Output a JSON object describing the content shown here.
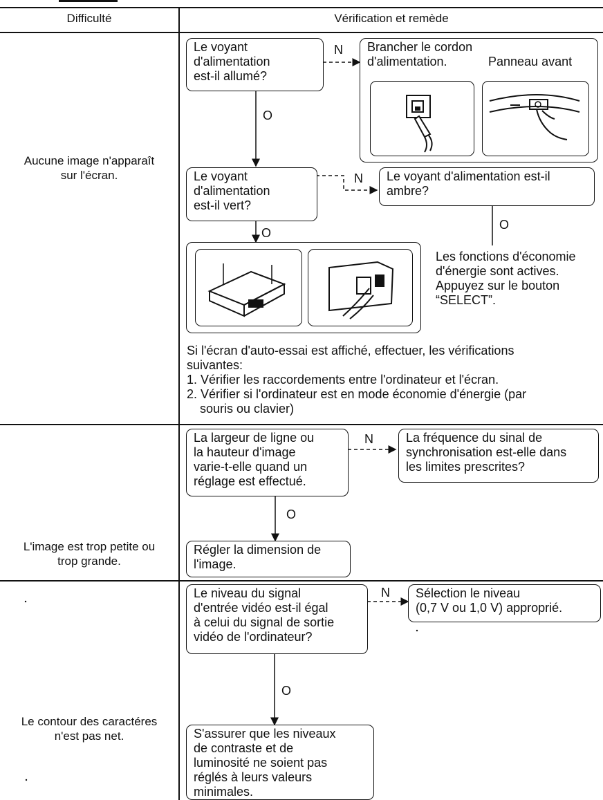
{
  "header": {
    "col1": "Difficulté",
    "col2": "Vérification et remède"
  },
  "rows": [
    {
      "difficulty": [
        "Aucune image n'apparaît",
        "sur l'écran."
      ],
      "q1": [
        "Le voyant",
        "d'alimentation",
        "est-il allumé?"
      ],
      "a1_line1": "Brancher le cordon",
      "a1_line2": "d'alimentation.",
      "a1_front_panel": "Panneau avant",
      "q2": [
        "Le voyant",
        "d'alimentation",
        "est-il vert?"
      ],
      "q3": [
        "Le voyant d'alimentation est-il",
        "ambre?"
      ],
      "a3": [
        "Les fonctions d'économie",
        "d'énergie sont actives.",
        "Appuyez sur le bouton",
        "“SELECT”."
      ],
      "note": [
        "Si l'écran d'auto-essai est affiché, effectuer, les vérifications",
        "suivantes:",
        "1. Vérifier les raccordements entre l'ordinateur et l'écran.",
        "2. Vérifier si l'ordinateur est en mode économie d'énergie (par",
        "    souris ou clavier)"
      ]
    },
    {
      "difficulty": [
        "L'image est trop petite ou",
        "trop grande."
      ],
      "q1": [
        "La largeur de ligne ou",
        "la hauteur d'image",
        "varie-t-elle quand un",
        "réglage est effectué."
      ],
      "a1": [
        "La fréquence du sinal de",
        "synchronisation est-elle dans",
        "les limites prescrites?"
      ],
      "a2": [
        "Régler la dimension de",
        "l'image."
      ]
    },
    {
      "difficulty": [
        "Le contour des caractéres",
        "n'est pas net."
      ],
      "q1": [
        "Le niveau du signal",
        "d'entrée vidéo est-il égal",
        "à celui du signal de sortie",
        "vidéo de l'ordinateur?"
      ],
      "a1": [
        "Sélection le niveau",
        "(0,7 V ou 1,0 V) approprié."
      ],
      "a2": [
        "S'assurer que les niveaux",
        "de contraste et de",
        "luminosité ne soient pas",
        "réglés à leurs valeurs",
        "minimales."
      ]
    }
  ],
  "labels": {
    "no": "N",
    "yes": "O"
  }
}
